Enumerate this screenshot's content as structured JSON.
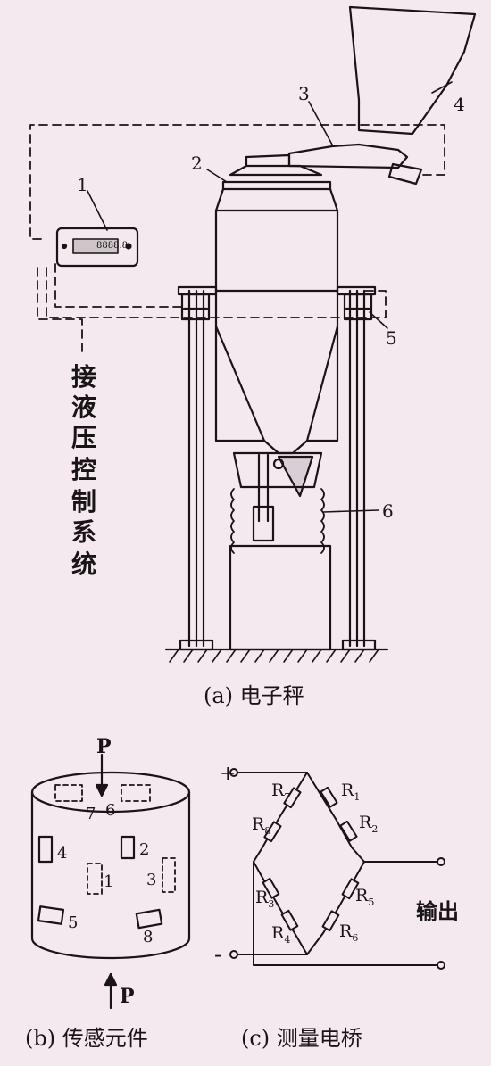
{
  "figure_a": {
    "callouts": [
      "1",
      "2",
      "3",
      "4",
      "5",
      "6"
    ],
    "side_note": [
      "接",
      "液",
      "压",
      "控",
      "制",
      "系",
      "统"
    ],
    "display_text": "8888.8",
    "caption": "(a)  电子秤"
  },
  "figure_b": {
    "force_top": "P",
    "force_bottom": "P",
    "gauges": [
      "7",
      "6",
      "4",
      "2",
      "1",
      "3",
      "5",
      "8"
    ],
    "caption": "(b)  传感元件"
  },
  "figure_c": {
    "plus": "+",
    "minus": "-",
    "r_letter": "R",
    "r_subs": [
      "7",
      "8",
      "1",
      "2",
      "3",
      "4",
      "5",
      "6"
    ],
    "output": "输出",
    "caption": "(c)  测量电桥"
  },
  "colors": {
    "ink": "#1a1416",
    "paper": "#f3e9ef",
    "display": "#cfc6c9"
  }
}
